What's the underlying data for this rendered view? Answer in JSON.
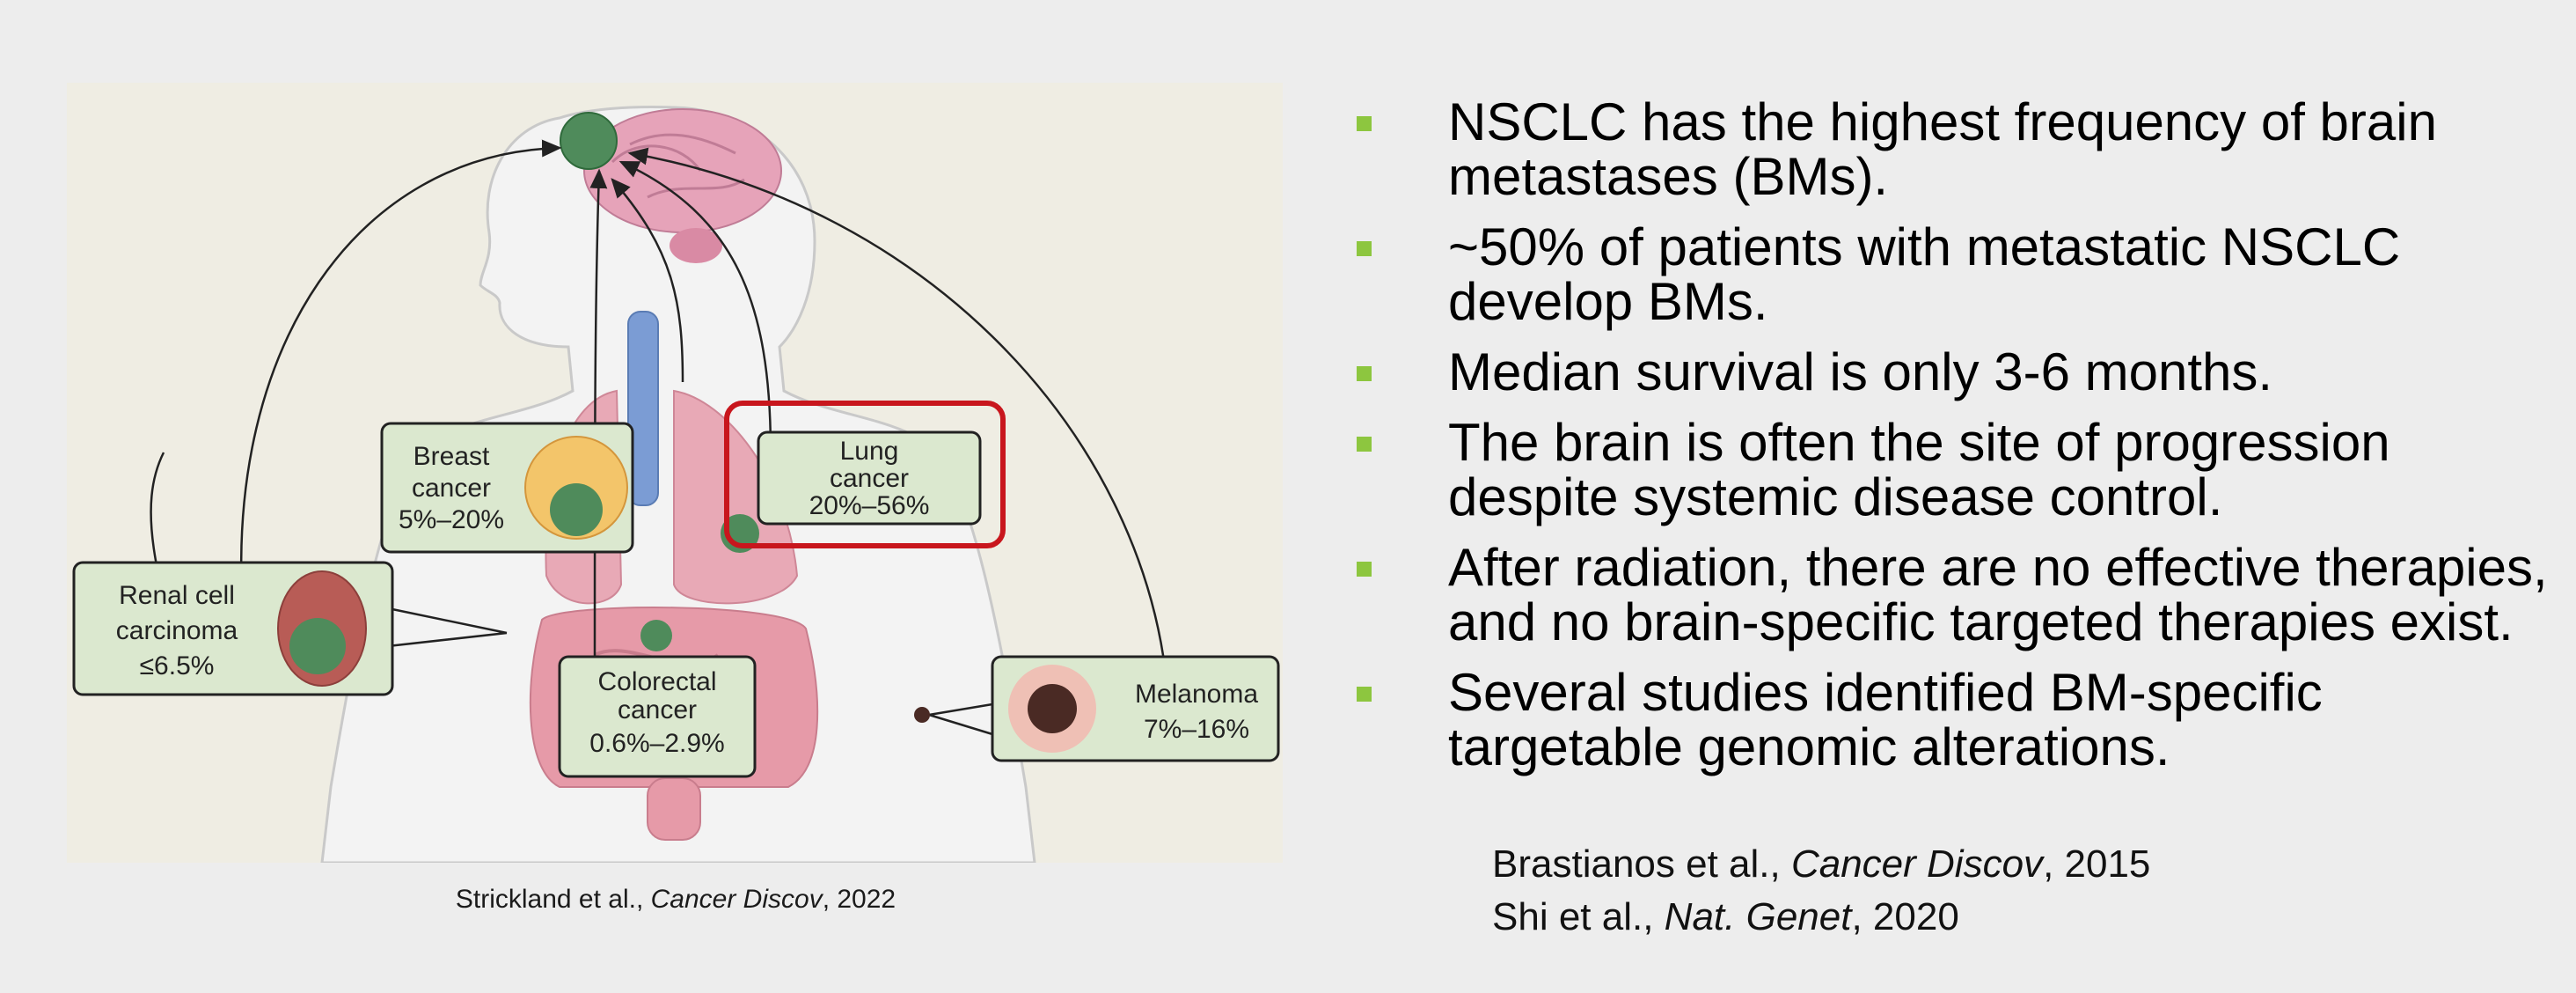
{
  "figure": {
    "labels": {
      "breast": [
        "Breast",
        "cancer",
        "5%–20%"
      ],
      "lung": [
        "Lung",
        "cancer",
        "20%–56%"
      ],
      "renal": [
        "Renal cell",
        "carcinoma",
        "≤6.5%"
      ],
      "colorectal": [
        "Colorectal",
        "cancer",
        "0.6%–2.9%"
      ],
      "melanoma": [
        "Melanoma",
        "7%–16%"
      ]
    },
    "caption": {
      "authors": "Strickland et al.,",
      "journal": "Cancer Discov",
      "year": ", 2022"
    }
  },
  "bullets": [
    "NSCLC has the highest frequency of brain metastases (BMs).",
    "~50% of patients with metastatic NSCLC develop BMs.",
    "Median survival is only 3-6 months.",
    "The brain is often the site of progression despite systemic disease control.",
    "After radiation, there are no effective therapies, and no brain-specific targeted therapies exist.",
    "Several studies identified BM-specific targetable genomic alterations."
  ],
  "references": [
    {
      "authors": "Brastianos et al.,",
      "journal": "Cancer Discov",
      "year": ", 2015"
    },
    {
      "authors": "Shi et al.,",
      "journal": "Nat. Genet",
      "year": ", 2020"
    }
  ],
  "colors": {
    "bullet_marker": "#8dc63f",
    "highlight_box": "#c8161d",
    "label_box_fill": "#dbe8cf",
    "figure_background": "#efede3"
  }
}
